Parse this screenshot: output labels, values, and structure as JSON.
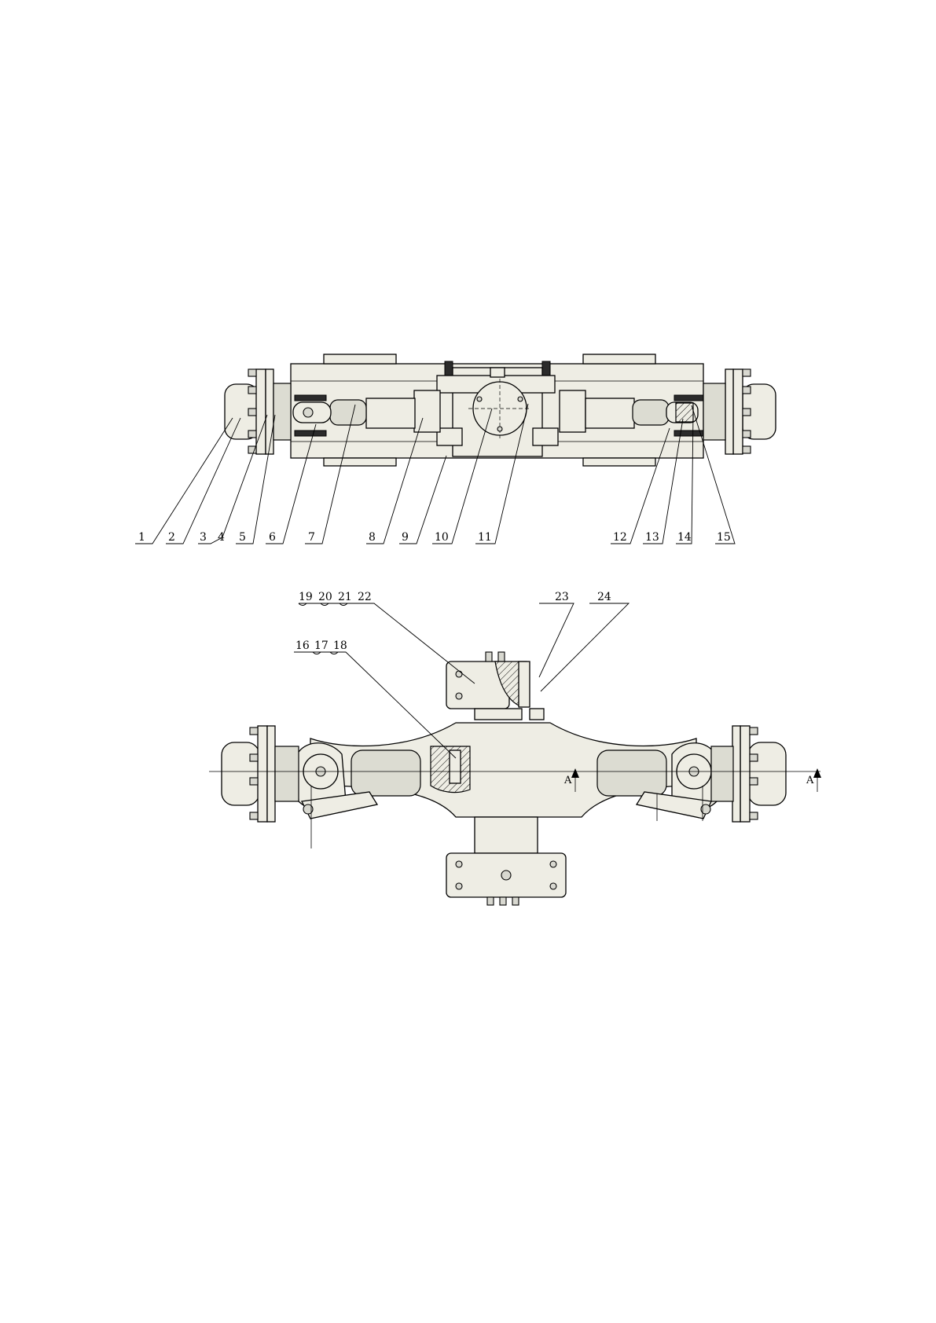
{
  "callouts_top": [
    "1",
    "2",
    "3",
    "4",
    "5",
    "6",
    "7",
    "8",
    "9",
    "10",
    "11",
    "12",
    "13",
    "14",
    "15"
  ],
  "callouts_bottom": [
    "19",
    "20",
    "21",
    "22",
    "23",
    "24",
    "16",
    "17",
    "18"
  ],
  "section_mark": "A",
  "colors": {
    "part_fill": "#eeede4",
    "line": "#000000"
  }
}
